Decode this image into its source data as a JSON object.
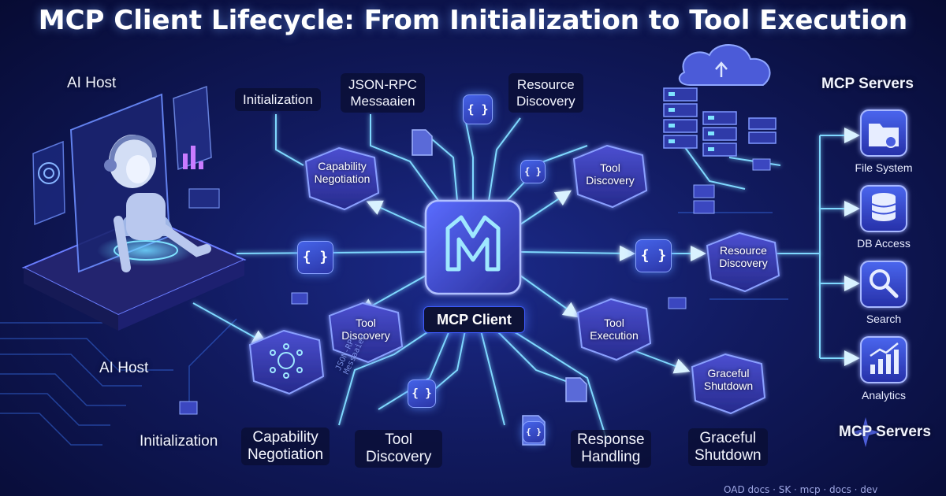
{
  "title": "MCP Client Lifecycle: From Initialization to Tool Execution",
  "host": {
    "label_top": "AI Host",
    "label_bottom": "AI Host"
  },
  "core": {
    "label": "MCP Client"
  },
  "top_labels": {
    "initialization": "Initialization",
    "jsonrpc_line1": "JSON-RPC",
    "jsonrpc_line2": "Messaaien",
    "resource_line1": "Resource",
    "resource_line2": "Discovery"
  },
  "hexagons": {
    "capability_line1": "Capability",
    "capability_line2": "Negotiation",
    "tool_top_line1": "Tool",
    "tool_top_line2": "Discovery",
    "resource_line1": "Resource",
    "resource_line2": "Discovery",
    "tool_left_line1": "Tool",
    "tool_left_line2": "Discovery",
    "tool_exec_line1": "Tool",
    "tool_exec_line2": "Execution",
    "shutdown_line1": "Graceful",
    "shutdown_line2": "Shutdown"
  },
  "bottom_labels": {
    "initialization": "Initialization",
    "capability_line1": "Capability",
    "capability_line2": "Negotiation",
    "tool_line1": "Tool",
    "tool_line2": "Discovery",
    "response_line1": "Response",
    "response_line2": "Handling",
    "shutdown_line1": "Graceful",
    "shutdown_line2": "Shutdown"
  },
  "code_badges": {
    "braces": "{ }"
  },
  "servers": {
    "title_top": "MCP Servers",
    "title_bottom": "MCP Servers",
    "items": [
      {
        "label": "File System",
        "icon": "folder-gear-icon"
      },
      {
        "label": "DB Access",
        "icon": "database-icon"
      },
      {
        "label": "Search",
        "icon": "magnifier-icon"
      },
      {
        "label": "Analytics",
        "icon": "bar-chart-icon"
      }
    ]
  },
  "decor_text": {
    "jsonrpc_line1": "JSON-RPC",
    "jsonrpc_line2": "Messaaien"
  },
  "footer": "OAD docs  ·  SK  ·  mcp  ·  docs  ·  dev",
  "colors": {
    "background": "#0a0f3f",
    "accent": "#3e6bff",
    "glow": "#5ec8ff",
    "hexagon": "#3b3fb8",
    "server_tile": "#3a4fd8"
  }
}
